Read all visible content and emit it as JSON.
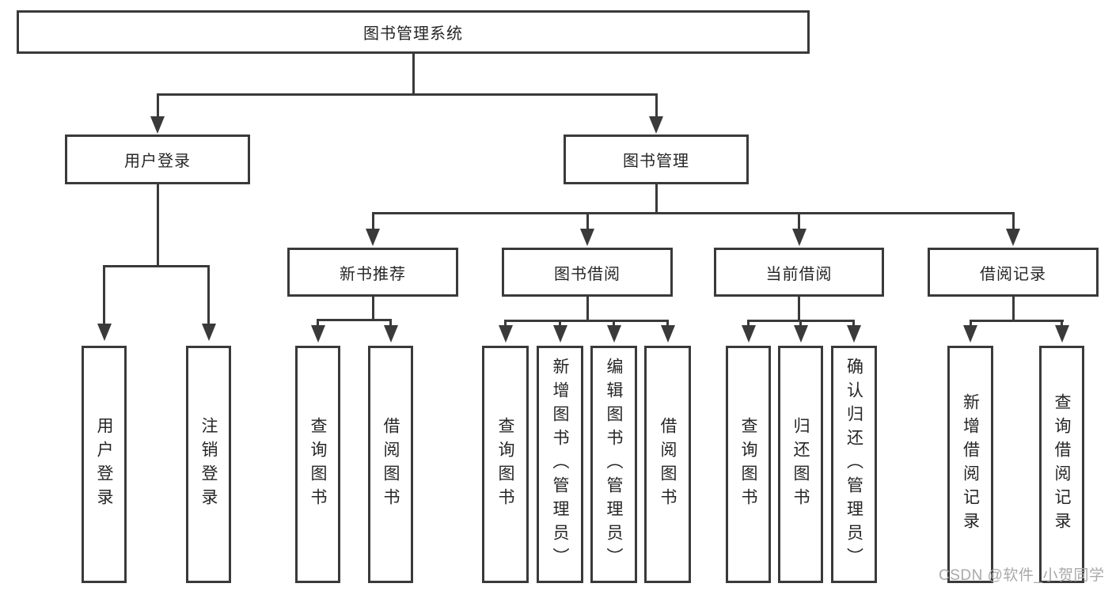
{
  "colors": {
    "line": "#3a3a3a",
    "text": "#262626",
    "background": "#ffffff",
    "watermark": "#a9a9a9"
  },
  "watermark": {
    "text": "CSDN @软件_小贺同学"
  },
  "tree": {
    "label": "图书管理系统",
    "children": [
      {
        "label": "用户登录",
        "children": [
          {
            "label": "用户登录"
          },
          {
            "label": "注销登录"
          }
        ]
      },
      {
        "label": "图书管理",
        "children": [
          {
            "label": "新书推荐",
            "children": [
              {
                "label": "查询图书"
              },
              {
                "label": "借阅图书"
              }
            ]
          },
          {
            "label": "图书借阅",
            "children": [
              {
                "label": "查询图书"
              },
              {
                "label": "新增图书（管理员）"
              },
              {
                "label": "编辑图书（管理员）"
              },
              {
                "label": "借阅图书"
              }
            ]
          },
          {
            "label": "当前借阅",
            "children": [
              {
                "label": "查询图书"
              },
              {
                "label": "归还图书"
              },
              {
                "label": "确认归还（管理员）"
              }
            ]
          },
          {
            "label": "借阅记录",
            "children": [
              {
                "label": "新增借阅记录"
              },
              {
                "label": "查询借阅记录"
              }
            ]
          }
        ]
      }
    ]
  }
}
